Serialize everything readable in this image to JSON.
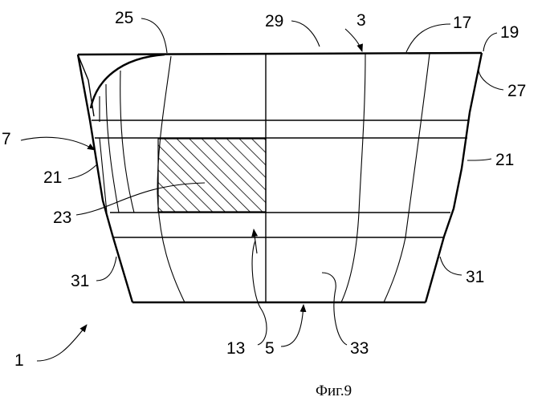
{
  "figure": {
    "caption": "Фиг.9",
    "labels": {
      "l1": "1",
      "l3": "3",
      "l5": "5",
      "l7": "7",
      "l13": "13",
      "l17": "17",
      "l19": "19",
      "l21_left": "21",
      "l21_right": "21",
      "l23": "23",
      "l25": "25",
      "l27": "27",
      "l29": "29",
      "l31_left": "31",
      "l31_right": "31",
      "l33": "33"
    }
  }
}
